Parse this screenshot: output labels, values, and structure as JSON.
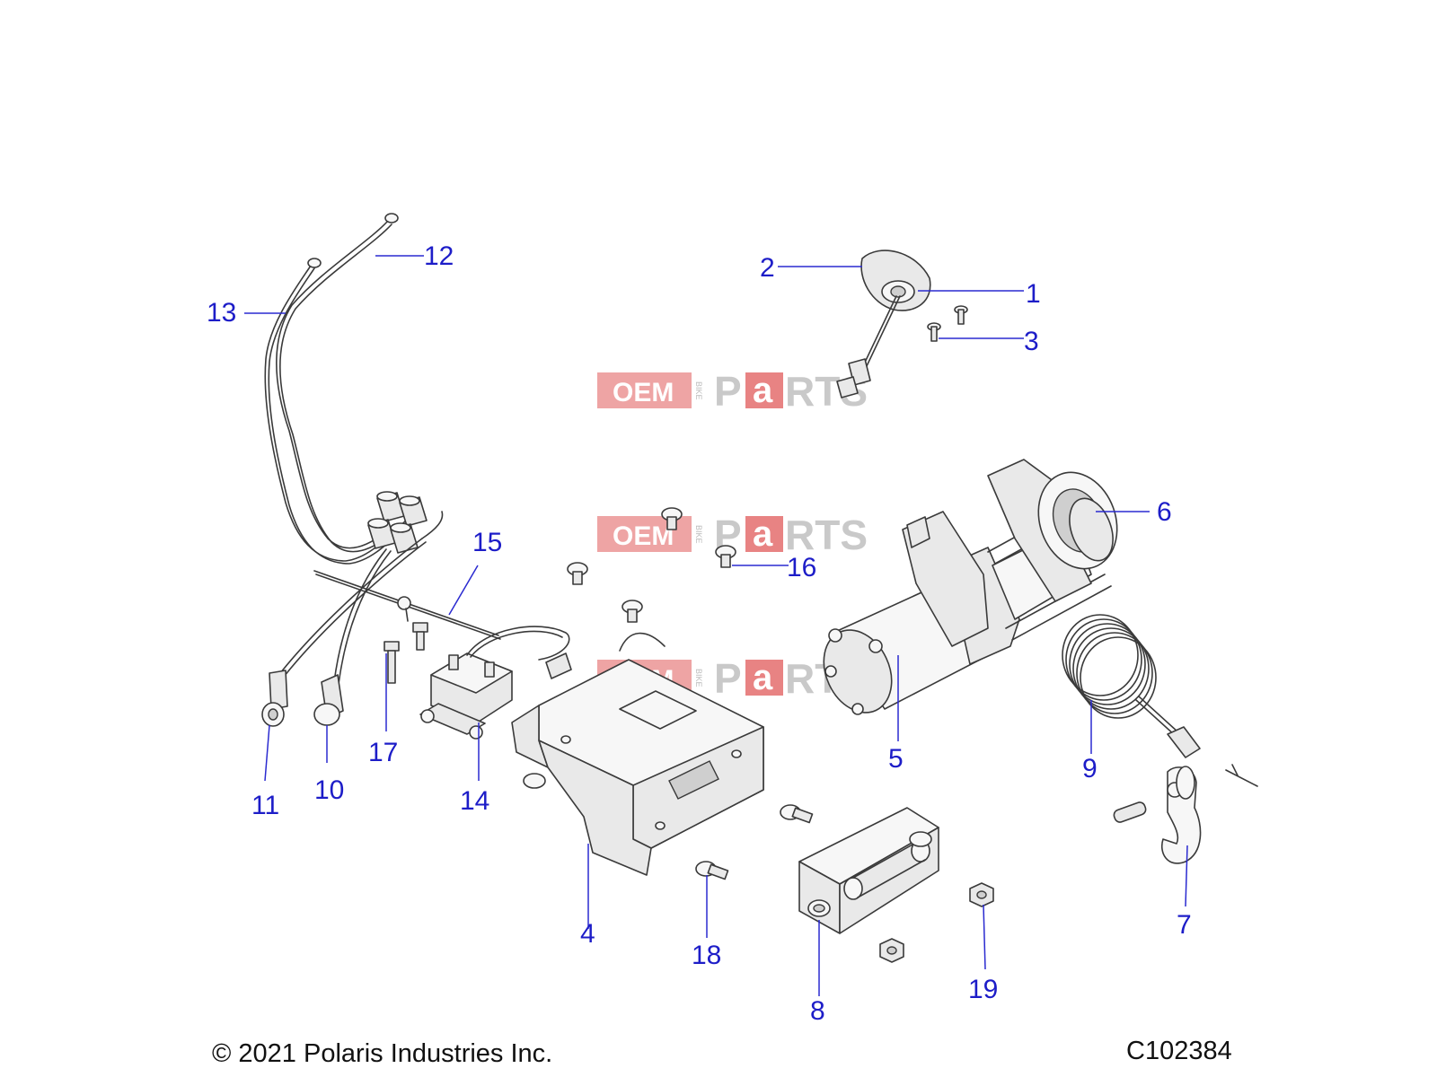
{
  "watermark": {
    "oem": "OEM",
    "bike": "BIKE",
    "p": "P",
    "a": "a",
    "rts": "RTS"
  },
  "callouts": [
    "1",
    "2",
    "3",
    "4",
    "5",
    "6",
    "7",
    "8",
    "9",
    "10",
    "11",
    "12",
    "13",
    "14",
    "15",
    "16",
    "17",
    "18",
    "19"
  ],
  "footer": {
    "copyright": "© 2021 Polaris Industries Inc.",
    "code": "C102384"
  },
  "colors": {
    "callout": "#1d1dc8",
    "line": "#3a3a3a",
    "watermark": "#e05a5a"
  }
}
